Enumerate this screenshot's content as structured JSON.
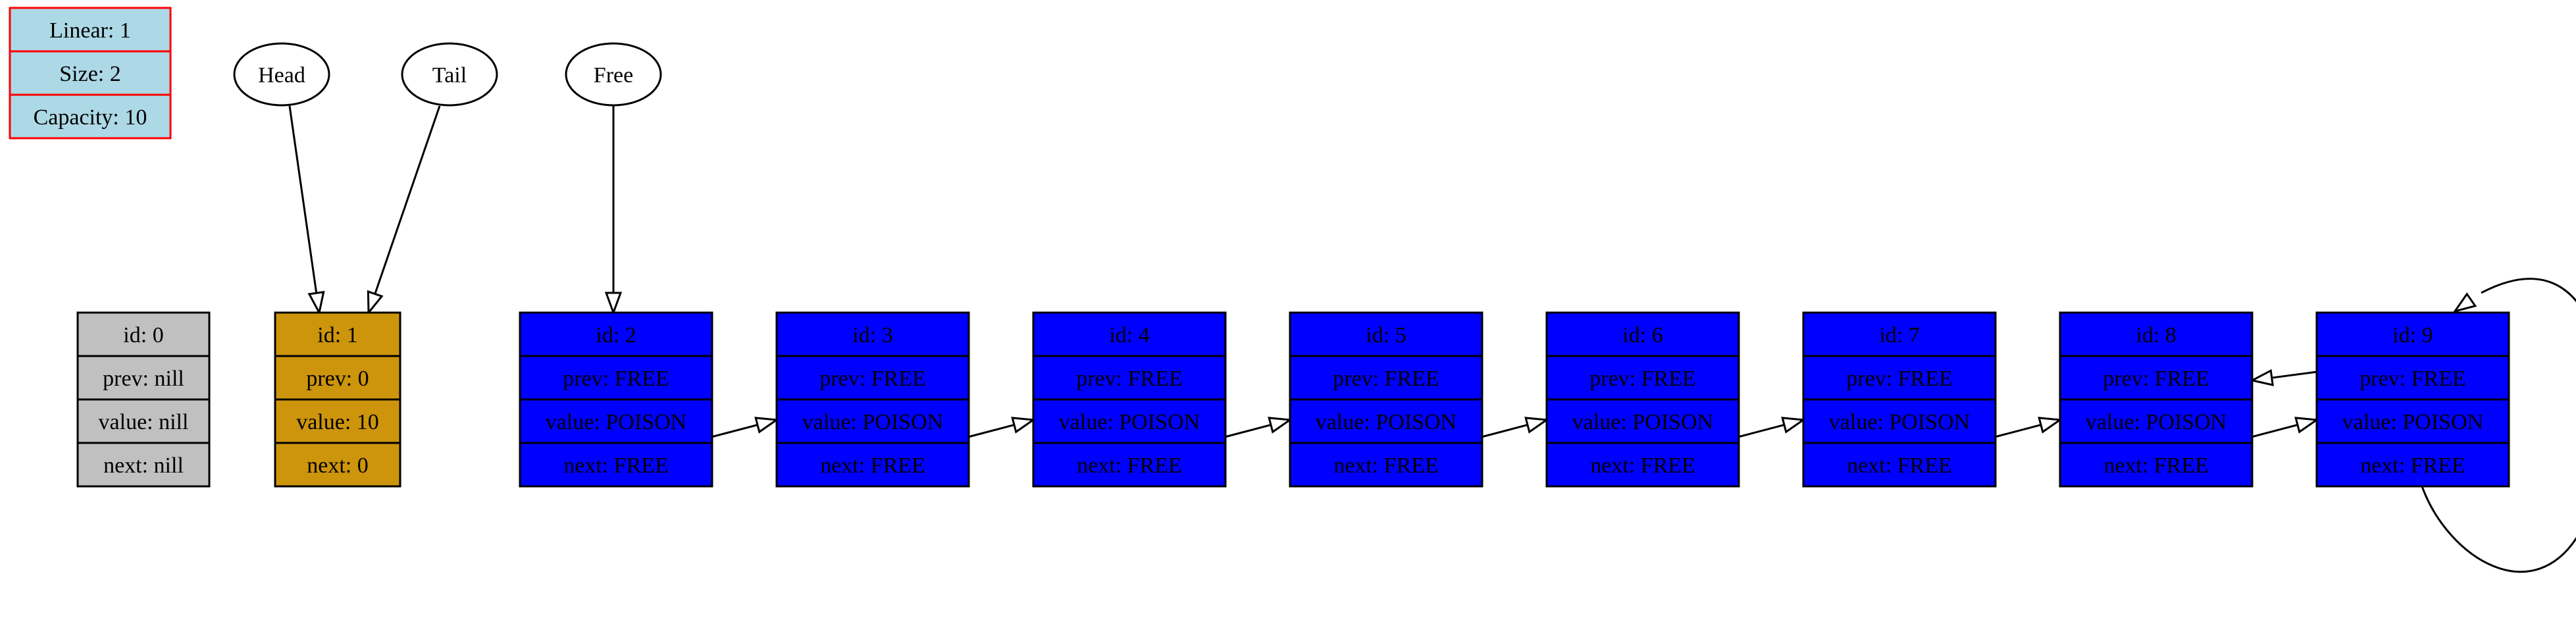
{
  "info_table": {
    "rows": [
      "Linear: 1",
      "Size: 2",
      "Capacity: 10"
    ],
    "fill": "#add8e6",
    "border": "#ff0000"
  },
  "pointers": [
    {
      "id": "head",
      "label": "Head",
      "target": 1
    },
    {
      "id": "tail",
      "label": "Tail",
      "target": 1
    },
    {
      "id": "free",
      "label": "Free",
      "target": 2
    }
  ],
  "nodes": [
    {
      "id": "id: 0",
      "prev": "prev: nill",
      "value": "value: nill",
      "next": "next: nill",
      "fill": "#c0c0c0"
    },
    {
      "id": "id: 1",
      "prev": "prev: 0",
      "value": "value: 10",
      "next": "next: 0",
      "fill": "#cd950c"
    },
    {
      "id": "id: 2",
      "prev": "prev: FREE",
      "value": "value: POISON",
      "next": "next: FREE",
      "fill": "#0000ff"
    },
    {
      "id": "id: 3",
      "prev": "prev: FREE",
      "value": "value: POISON",
      "next": "next: FREE",
      "fill": "#0000ff"
    },
    {
      "id": "id: 4",
      "prev": "prev: FREE",
      "value": "value: POISON",
      "next": "next: FREE",
      "fill": "#0000ff"
    },
    {
      "id": "id: 5",
      "prev": "prev: FREE",
      "value": "value: POISON",
      "next": "next: FREE",
      "fill": "#0000ff"
    },
    {
      "id": "id: 6",
      "prev": "prev: FREE",
      "value": "value: POISON",
      "next": "next: FREE",
      "fill": "#0000ff"
    },
    {
      "id": "id: 7",
      "prev": "prev: FREE",
      "value": "value: POISON",
      "next": "next: FREE",
      "fill": "#0000ff"
    },
    {
      "id": "id: 8",
      "prev": "prev: FREE",
      "value": "value: POISON",
      "next": "next: FREE",
      "fill": "#0000ff"
    },
    {
      "id": "id: 9",
      "prev": "prev: FREE",
      "value": "value: POISON",
      "next": "next: FREE",
      "fill": "#0000ff"
    }
  ],
  "edges": [
    {
      "from": 2,
      "to": 3
    },
    {
      "from": 3,
      "to": 4
    },
    {
      "from": 4,
      "to": 5
    },
    {
      "from": 5,
      "to": 6
    },
    {
      "from": 6,
      "to": 7
    },
    {
      "from": 7,
      "to": 8
    },
    {
      "from": 8,
      "to": 9
    },
    {
      "from": 9,
      "to": 8,
      "kind": "prev"
    },
    {
      "from": 9,
      "to": 9,
      "kind": "self"
    }
  ]
}
